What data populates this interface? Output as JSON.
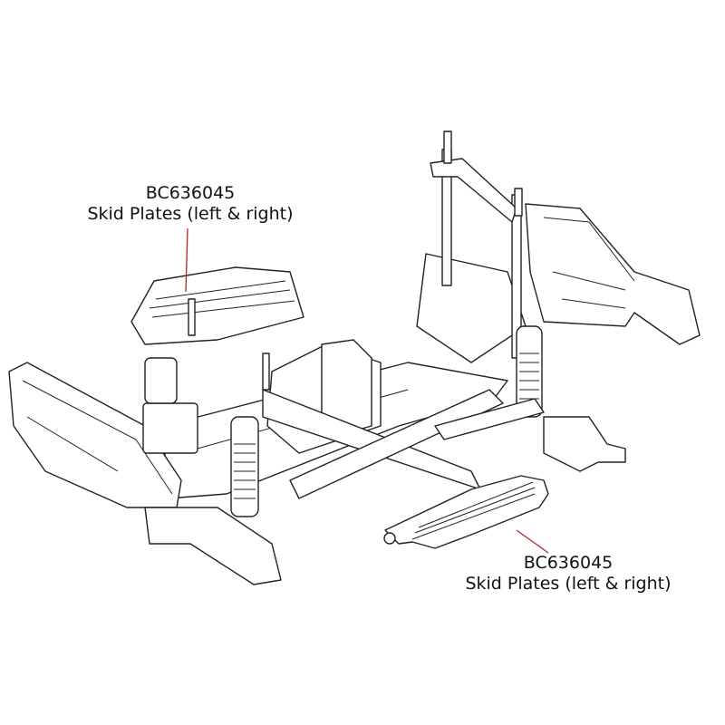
{
  "callouts": [
    {
      "part_number": "BC636045",
      "description": "Skid Plates (left & right)"
    },
    {
      "part_number": "BC636045",
      "description": "Skid Plates (left & right)"
    }
  ],
  "leader_color": "#b0262a"
}
